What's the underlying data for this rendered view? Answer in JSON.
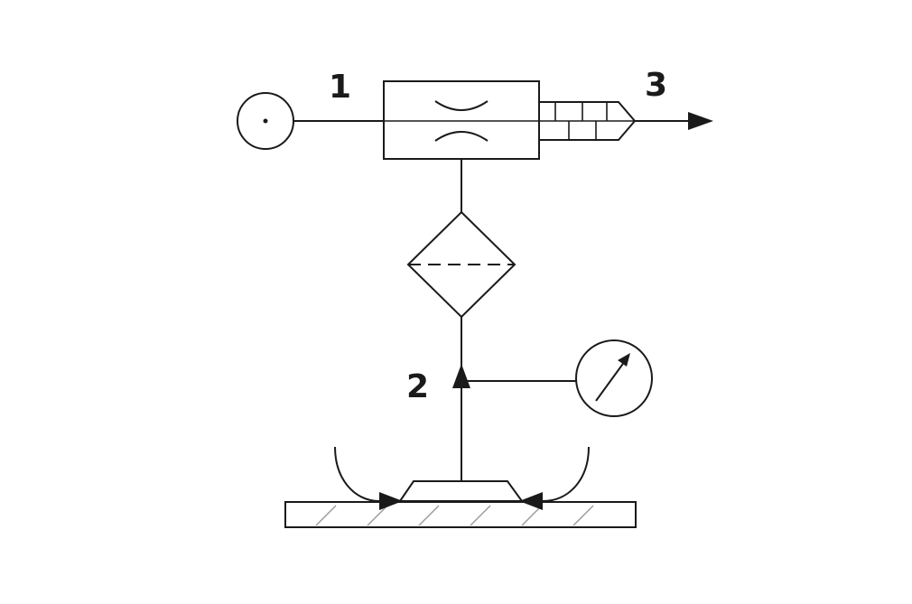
{
  "labels": {
    "inlet": "1",
    "signal": "2",
    "outlet": "3"
  },
  "colors": {
    "line": "#1a1a1a",
    "hatch": "#9a9a9a",
    "background": "#ffffff"
  }
}
